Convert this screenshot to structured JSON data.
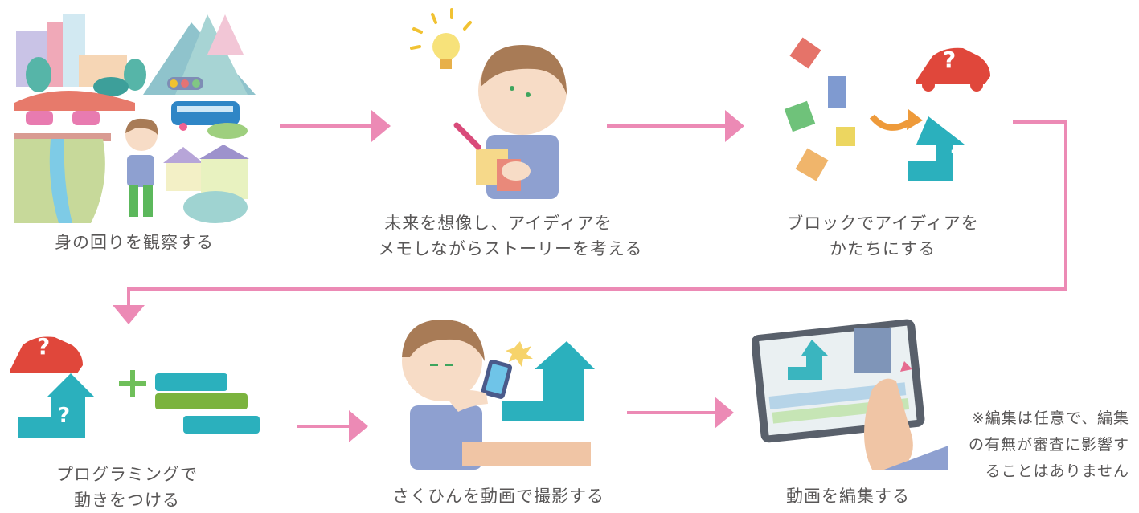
{
  "steps": [
    {
      "caption_lines": [
        "身の回りを観察する"
      ],
      "icon": "city-observation-illustration"
    },
    {
      "caption_lines": [
        "未来を想像し、アイディアを",
        "メモしながらストーリーを考える"
      ],
      "icon": "idea-memo-illustration"
    },
    {
      "caption_lines": [
        "ブロックでアイディアを",
        "かたちにする"
      ],
      "icon": "blocks-shape-illustration"
    },
    {
      "caption_lines": [
        "プログラミングで",
        "動きをつける"
      ],
      "icon": "programming-illustration"
    },
    {
      "caption_lines": [
        "さくひんを動画で撮影する"
      ],
      "icon": "filming-illustration"
    },
    {
      "caption_lines": [
        "動画を編集する"
      ],
      "icon": "video-editing-illustration"
    }
  ],
  "note_lines": [
    "※編集は任意で、編集",
    "の有無が審査に影響す",
    "ることはありません"
  ],
  "question_mark": "?",
  "colors": {
    "arrow": "#ec8ab5",
    "teal": "#2bb0bd",
    "red": "#e0473b",
    "skin": "#f7dcc6",
    "hair": "#a87b56",
    "shirt": "#8ea0d0",
    "green": "#5cb85c",
    "orange": "#ee9a3a"
  }
}
